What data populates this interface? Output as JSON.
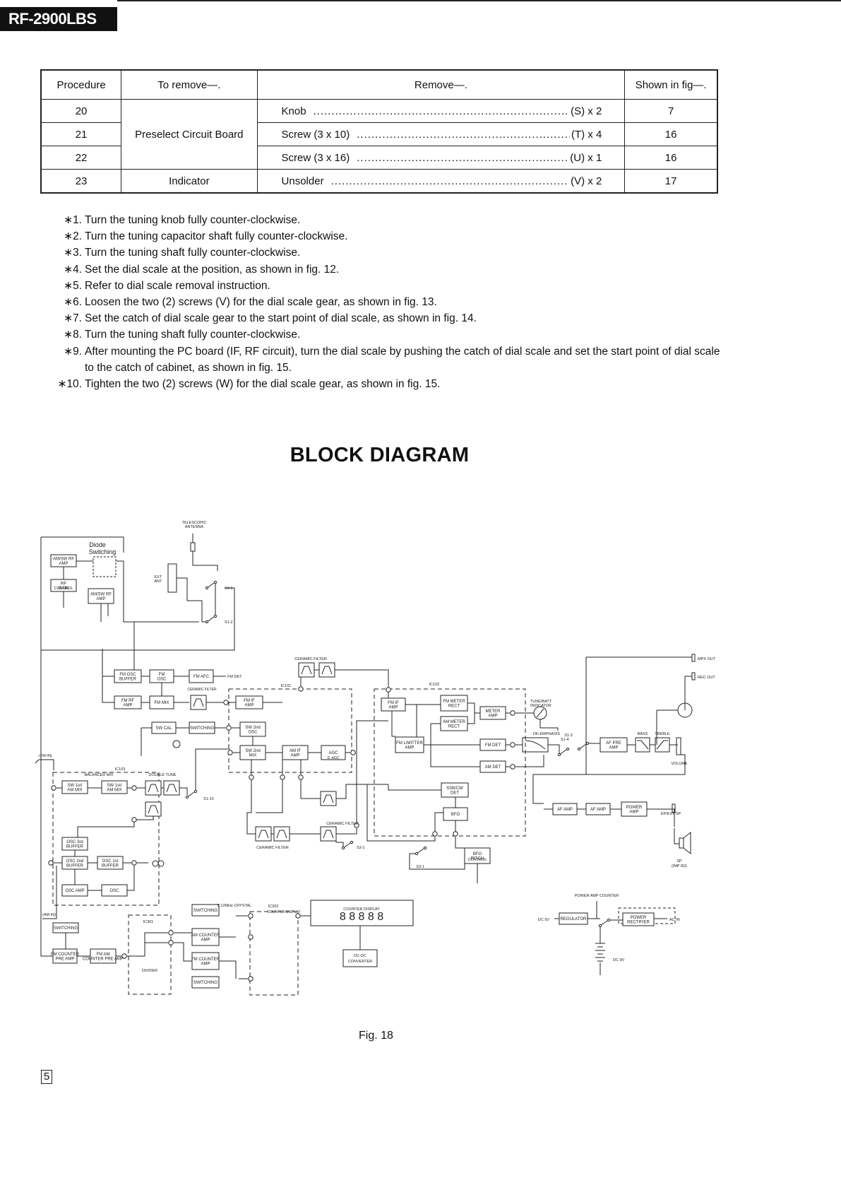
{
  "header": {
    "model": "RF-2900LBS"
  },
  "table": {
    "headers": {
      "procedure": "Procedure",
      "to_remove": "To remove—.",
      "remove": "Remove—.",
      "shown": "Shown in fig—."
    },
    "rows": [
      {
        "procedure": "20",
        "item": "Knob",
        "ref": "(S) x 2",
        "fig": "7"
      },
      {
        "procedure": "21",
        "item": "Screw (3 x 10)",
        "ref": "(T) x 4",
        "fig": "16"
      },
      {
        "procedure": "22",
        "item": "Screw (3 x 16)",
        "ref": "(U) x 1",
        "fig": "16"
      },
      {
        "procedure": "23",
        "item": "Unsolder",
        "ref": "(V) x 2",
        "fig": "17"
      }
    ],
    "group_label": "Preselect Circuit Board",
    "row23_to_remove": "Indicator"
  },
  "notes": [
    {
      "mark": "∗1.",
      "text": "Turn the tuning knob fully counter-clockwise."
    },
    {
      "mark": "∗2.",
      "text": "Turn the tuning capacitor shaft fully counter-clockwise."
    },
    {
      "mark": "∗3.",
      "text": "Turn the tuning shaft fully counter-clockwise."
    },
    {
      "mark": "∗4.",
      "text": "Set the dial scale at the position, as shown in fig. 12."
    },
    {
      "mark": "∗5.",
      "text": "Refer to dial scale removal instruction."
    },
    {
      "mark": "∗6.",
      "text": "Loosen the two (2) screws (V) for the dial scale gear, as shown in fig. 13."
    },
    {
      "mark": "∗7.",
      "text": "Set the catch of dial scale gear to the start point of dial scale, as shown in fig. 14."
    },
    {
      "mark": "∗8.",
      "text": "Turn the tuning shaft fully counter-clockwise."
    },
    {
      "mark": "∗9.",
      "text": "After mounting the PC board (IF, RF circuit), turn the dial scale by pushing the catch of dial scale and set the start point of dial scale to the catch of cabinet, as shown in fig. 15."
    },
    {
      "mark": "∗10.",
      "text": "Tighten the two (2) screws (W) for the dial scale gear, as shown in fig. 15."
    }
  ],
  "block_diagram": {
    "title": "BLOCK DIAGRAM",
    "caption": "Fig. 18",
    "labels": {
      "telescopic": "TELESCOPIC",
      "antenna": "ANTENNA",
      "diode": "Diode",
      "switching_title": "Switching",
      "am_sw_rf_amp": "AM/SW RF AMP",
      "rf_gain": "RF GAIN",
      "control": "CONTROL",
      "ext": "EXT",
      "ant": "ANT",
      "s1_1": "S1-1",
      "s1_2": "S1-2",
      "ceramic_filter": "CERAMIC FILTER",
      "ic101": "IC101",
      "ic102": "IC102",
      "fm_osc_buffer": "FM OSC BUFFER",
      "fm_osc": "FM OSC",
      "fm_afc": "FM AFC",
      "fm_det_out": "FM DET",
      "fm_rf_amp": "FM RF AMP",
      "fm_mix": "FM MIX",
      "fm_if_amp": "FM IF AMP",
      "sw_cal": "SW CAL",
      "switching": "SWITCHING",
      "sw_2nd_osc": "SW 2nd OSC",
      "fm_in": "(FM IN)",
      "am_in": "(AM IN)",
      "ic103": "IC103",
      "balanced_mix": "BALANCED MIX",
      "sw_1st_am_mix": "SW 1st/ AM MIX",
      "double_tune": "DOUBLE TUNE",
      "sw_2nd_mix": "SW 2nd MIX",
      "am_if_amp": "AM IF AMP",
      "agc": "AGC",
      "d_agc": "D. AGC",
      "osc_3rd_buffer": "OSC 3rd BUFFER",
      "osc_2nd_buffer": "OSC 2nd BUFFER",
      "osc_1st_buffer": "OSC 1st BUFFER",
      "osc_amp": "OSC AMP",
      "osc": "OSC",
      "s1_10": "S1-10",
      "fm_meter_rect": "FM METER RECT",
      "am_meter_rect": "AM METER RECT",
      "meter_amp": "METER AMP",
      "tune_batt": "TUNE/BATT",
      "indicator": "INDICATOR",
      "fm_limiter_amp": "FM LIMITTER AMP",
      "fm_det": "FM DET",
      "am_det": "AM DET",
      "de_emphasis": "DE-EMPHASIS",
      "s1_3": "S1-3",
      "s1_4": "S1-4",
      "ssb_cw_det": "SSB/CW DET",
      "bfo": "BFO",
      "bfo_pitch": "BFO PITCH",
      "s3_1": "S3-1",
      "mpx_out": "MPX OUT",
      "rec_out": "REC OUT",
      "af_pre_amp": "AF PRE AMP",
      "bass": "BASS",
      "treble": "TREBLE",
      "volume": "VOLUME",
      "af_amp": "AF AMP",
      "power_amp": "POWER AMP",
      "ep_ext_sp": "EP/EXT SP",
      "sp": "SP",
      "imp": "(IMP 8Ω)",
      "fm_counter_pre_amp": "FM COUNTER PRE AMP",
      "fm_am_counter_pre_amp": "FM AM COUNTER PRE AMP",
      "divider": "DIVIDER",
      "ic301": "IC301",
      "crystal": "5.12MHz CRYSTAL",
      "ic302": "IC302",
      "am_counter_amp": "AM COUNTER AMP",
      "fm_counter_amp": "FM COUNTER AMP",
      "counter_display": "COUNTER DISPLAY",
      "dc_dc": "DC-DC",
      "converter": "CONVERTER",
      "power_amp_counter": "POWER AMP COUNTER",
      "dc_5v": "DC 5V",
      "regulator": "REGULATOR",
      "power_rectifier": "POWER RECTIFIER",
      "ac_in": "AC IN",
      "dc_9v": "DC 9V",
      "digits": "8 8 8 8 8"
    }
  },
  "page": {
    "number": "5"
  }
}
